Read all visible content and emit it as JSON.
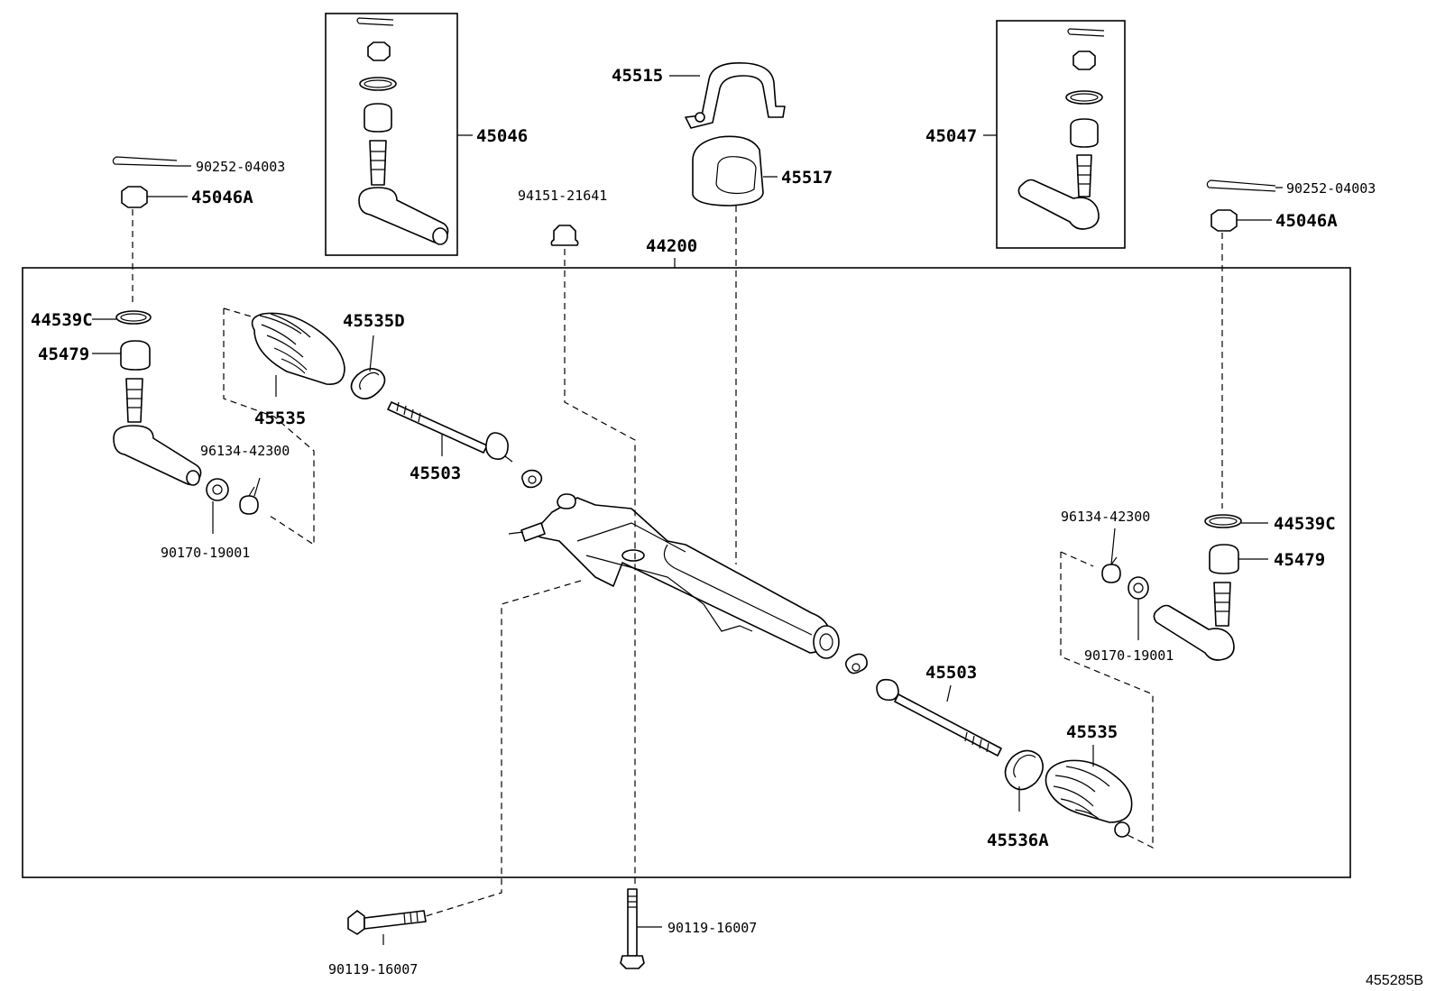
{
  "labels": {
    "p45515": "45515",
    "p45046": "45046",
    "p45047": "45047",
    "p45517": "45517",
    "p90252_l": "90252-04003",
    "p45046a_l": "45046A",
    "p94151": "94151-21641",
    "p44200": "44200",
    "p90252_r": "90252-04003",
    "p45046a_r": "45046A",
    "p44539c_l": "44539C",
    "p45535d": "45535D",
    "p45479_l": "45479",
    "p45535_l": "45535",
    "p96134_l": "96134-42300",
    "p45503_l": "45503",
    "p90170_l": "90170-19001",
    "p96134_r": "96134-42300",
    "p44539c_r": "44539C",
    "p45479_r": "45479",
    "p90170_r": "90170-19001",
    "p45503_r": "45503",
    "p45535_r": "45535",
    "p45536a": "45536A",
    "p90119_a": "90119-16007",
    "p90119_b": "90119-16007"
  },
  "diagram_ref": "455285B"
}
